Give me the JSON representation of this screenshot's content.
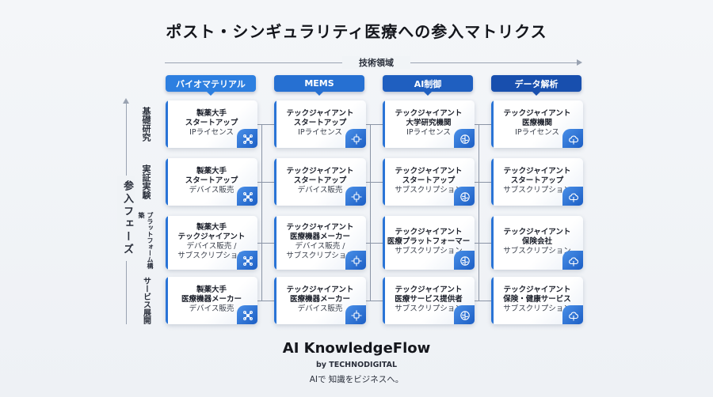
{
  "title": "ポスト・シンギュラリティ医療への参入マトリクス",
  "x_axis_label": "技術領域",
  "y_axis_label": "参入フェーズ",
  "columns": [
    {
      "label": "バイオマテリアル",
      "color": "#2d7fe0"
    },
    {
      "label": "MEMS",
      "color": "#2670d2"
    },
    {
      "label": "AI制御",
      "color": "#1f5fc0"
    },
    {
      "label": "データ解析",
      "color": "#184fae"
    }
  ],
  "rows": [
    {
      "label": "基礎研究"
    },
    {
      "label": "実証実験"
    },
    {
      "label": "プラットフォーム構築"
    },
    {
      "label": "サービス展開"
    }
  ],
  "cells": [
    [
      {
        "lines": [
          "製薬大手",
          "スタートアップ",
          "IPライセンス"
        ],
        "icon": "molecule-icon"
      },
      {
        "lines": [
          "テックジャイアント",
          "スタートアップ",
          "IPライセンス"
        ],
        "icon": "chip-icon"
      },
      {
        "lines": [
          "テックジャイアント",
          "大学研究機関",
          "IPライセンス"
        ],
        "icon": "brain-icon"
      },
      {
        "lines": [
          "テックジャイアント",
          "医療機関",
          "IPライセンス"
        ],
        "icon": "cloud-icon"
      }
    ],
    [
      {
        "lines": [
          "製薬大手",
          "スタートアップ",
          "デバイス販売"
        ],
        "icon": "molecule-icon"
      },
      {
        "lines": [
          "テックジャイアント",
          "スタートアップ",
          "デバイス販売"
        ],
        "icon": "chip-icon"
      },
      {
        "lines": [
          "テックジャイアント",
          "スタートアップ",
          "サブスクリプション"
        ],
        "icon": "brain-icon"
      },
      {
        "lines": [
          "テックジャイアント",
          "スタートアップ",
          "サブスクリプション"
        ],
        "icon": "cloud-icon"
      }
    ],
    [
      {
        "lines": [
          "製薬大手",
          "テックジャイアント",
          "デバイス販売 /",
          "サブスクリプション"
        ],
        "icon": "molecule-icon"
      },
      {
        "lines": [
          "テックジャイアント",
          "医療機器メーカー",
          "デバイス販売 /",
          "サブスクリプション"
        ],
        "icon": "chip-icon"
      },
      {
        "lines": [
          "テックジャイアント",
          "医療プラットフォーマー",
          "サブスクリプション"
        ],
        "icon": "brain-icon"
      },
      {
        "lines": [
          "テックジャイアント",
          "保険会社",
          "サブスクリプション"
        ],
        "icon": "cloud-icon"
      }
    ],
    [
      {
        "lines": [
          "製薬大手",
          "医療機器メーカー",
          "デバイス販売"
        ],
        "icon": "molecule-icon"
      },
      {
        "lines": [
          "テックジャイアント",
          "医療機器メーカー",
          "デバイス販売"
        ],
        "icon": "chip-icon"
      },
      {
        "lines": [
          "テックジャイアント",
          "医療サービス提供者",
          "サブスクリプション"
        ],
        "icon": "brain-icon"
      },
      {
        "lines": [
          "テックジャイアント",
          "保険・健康サービス",
          "サブスクリプション"
        ],
        "icon": "cloud-icon"
      }
    ]
  ],
  "brand": {
    "name": "AI KnowledgeFlow",
    "by": "by TECHNODIGITAL",
    "tagline": "AIで 知識をビジネスへ。"
  }
}
